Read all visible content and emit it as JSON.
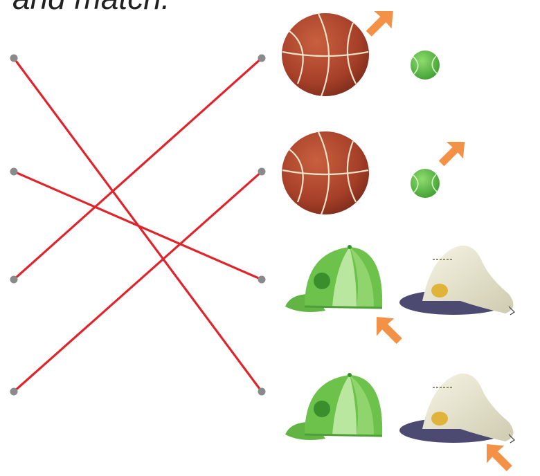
{
  "header": {
    "instruction_text": "and match."
  },
  "colors": {
    "line": "#e0242c",
    "dot": "#8a8a8a",
    "arrow": "#f39146",
    "ball_big": "#b5462e",
    "ball_small": "#5cbf44",
    "cap_green": "#6cc24a",
    "hat_cream": "#eeeacf",
    "hat_purple": "#4d4a72"
  },
  "activity": {
    "left_dots": [
      "dot-1",
      "dot-2",
      "dot-3",
      "dot-4"
    ],
    "right_dots": [
      "dot-1",
      "dot-2",
      "dot-3",
      "dot-4"
    ],
    "connections": [
      {
        "from": 1,
        "to": 4
      },
      {
        "from": 2,
        "to": 3
      },
      {
        "from": 3,
        "to": 1
      },
      {
        "from": 4,
        "to": 2
      }
    ],
    "rows": [
      {
        "pair": [
          "basketball",
          "tennis-ball"
        ],
        "arrow_points_to": "basketball"
      },
      {
        "pair": [
          "basketball",
          "tennis-ball"
        ],
        "arrow_points_to": "tennis-ball"
      },
      {
        "pair": [
          "baseball-cap",
          "beret-hat"
        ],
        "arrow_points_to": "baseball-cap"
      },
      {
        "pair": [
          "baseball-cap",
          "beret-hat"
        ],
        "arrow_points_to": "beret-hat"
      }
    ]
  }
}
